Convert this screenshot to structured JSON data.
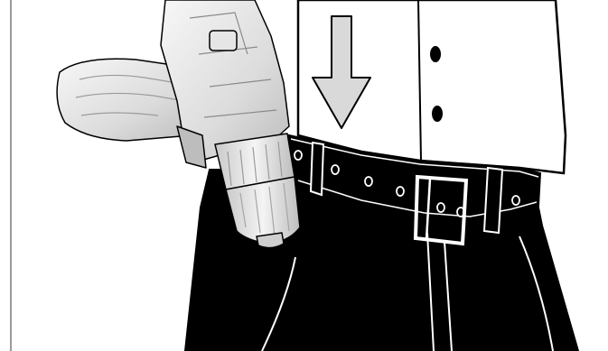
{
  "illustration": {
    "subject": "belt-clip-drill",
    "arrow_direction": "down",
    "belt_hole_count": 7,
    "colors": {
      "ink": "#000000",
      "paper": "#ffffff",
      "arrow_fill": "#d9d9d9",
      "drill_light": "#f2f2f2",
      "drill_mid": "#d6d6d6",
      "drill_dark": "#b3b3b3",
      "border": "#7a7a7a"
    }
  }
}
